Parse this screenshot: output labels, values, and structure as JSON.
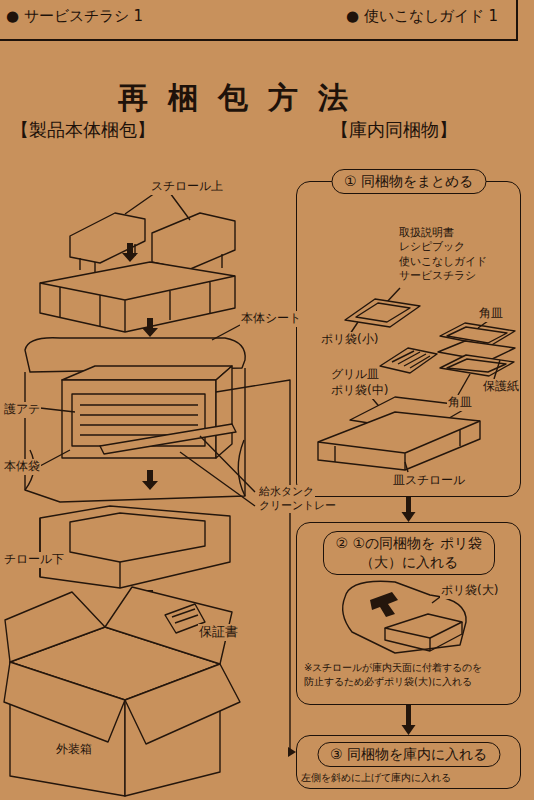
{
  "diagram": {
    "title": "再梱包方法",
    "nodes": [
      {
        "text": [
          "● サービスチラシ 1",
          "● 使いこなしガイド 1"
        ]
      },
      {
        "text": [
          "① 同梱物をまとめる"
        ]
      },
      {
        "text": [
          "② ①の同梱物を ポリ袋（大）に入れる",
          "※スチロールが庫内天面に付着するのを 防止するため必ずポリ袋(大)に入れる"
        ]
      },
      {
        "text": [
          "③ 同梱物を庫内に入れる",
          "左側を斜めに上げて庫内に入れる"
        ]
      }
    ],
    "edges": [
      {
        "from": 1,
        "to": 2,
        "arrow": "to"
      },
      {
        "from": 2,
        "to": 3,
        "arrow": "to"
      }
    ],
    "labels": [
      "【製品本体梱包】",
      "【庫内同梱物】",
      "スチロール上",
      "本体シート",
      "護アテ",
      "本体袋",
      "給水タンク",
      "クリーントレー",
      "チロール下",
      "保証書",
      "外装箱",
      "取扱説明書 レシピブック 使いこなしガイド サービスチラシ",
      "角皿",
      "ポリ袋(小)",
      "グリル皿",
      "ポリ袋(中)",
      "保護紙",
      "角皿",
      "皿スチロール",
      "ポリ袋(大)"
    ]
  }
}
